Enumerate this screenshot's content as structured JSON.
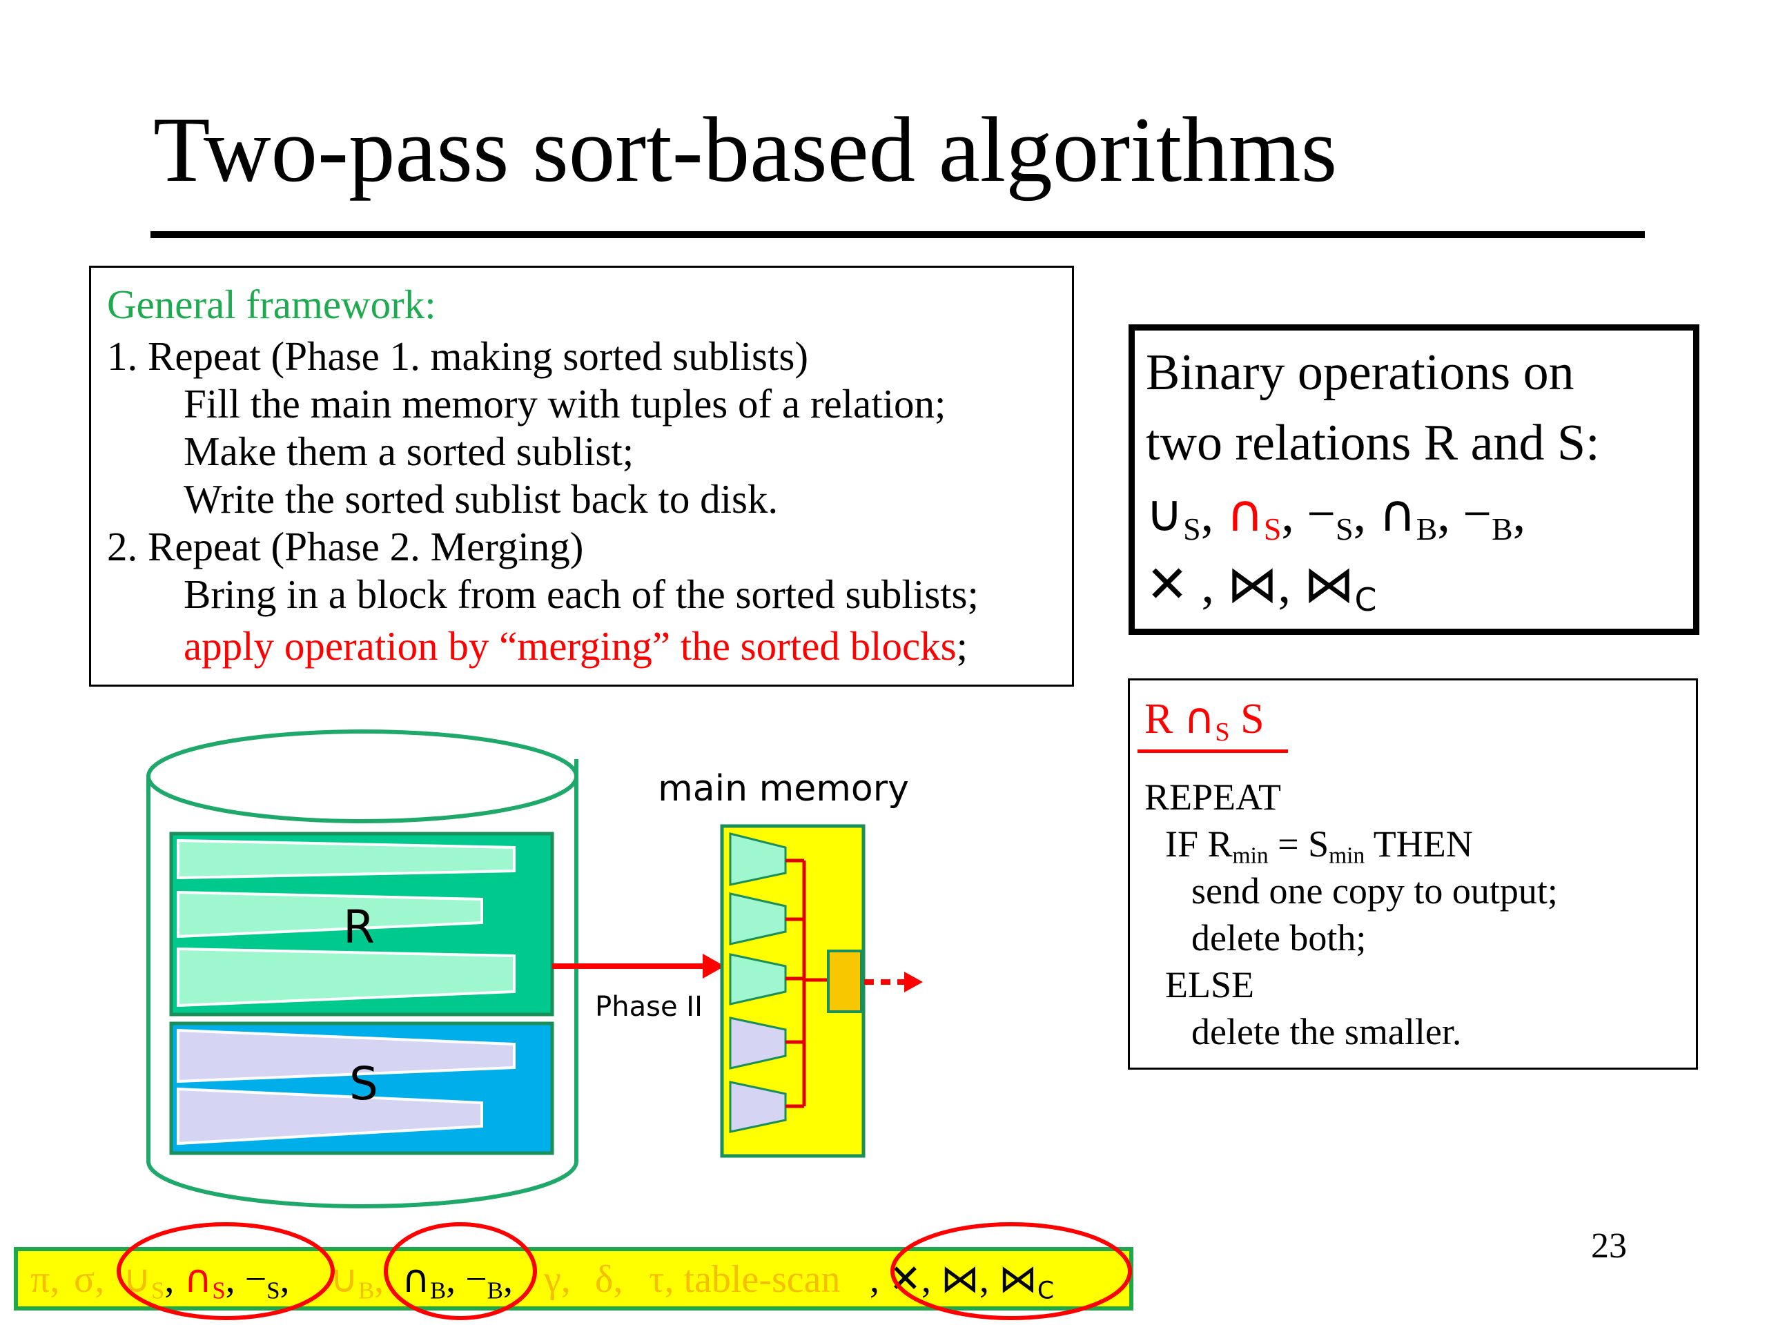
{
  "slide": {
    "title": "Two-pass sort-based algorithms",
    "page_number": "23"
  },
  "framework": {
    "heading": "General framework:",
    "line1": "1. Repeat (Phase 1. making sorted sublists)",
    "line2": "Fill the main memory with tuples of a relation;",
    "line3": "Make them a sorted sublist;",
    "line4": "Write the sorted sublist back to disk.",
    "line5": "2. Repeat (Phase 2. Merging)",
    "line6": "Bring in a block from each of the sorted sublists;",
    "line7_red": "apply operation by “merging” the sorted blocks",
    "line7_end": ";"
  },
  "binary_ops": {
    "line1": "Binary operations on",
    "line2": "two relations R and S:",
    "union": "∪",
    "intersect": "∩",
    "minus": "−",
    "cross": "✕",
    "join": "⋈",
    "sub_s": "S",
    "sub_b": "B",
    "sub_c": "C",
    "comma": ","
  },
  "algorithm": {
    "title_r": "R",
    "title_op": "∩",
    "title_sub": "S",
    "title_s": "S",
    "repeat": "REPEAT",
    "if_prefix": "IF R",
    "sub_min": "min",
    "if_eq": " = S",
    "if_then": " THEN",
    "send": "send one copy to output;",
    "delete_both": "delete both;",
    "else": "ELSE",
    "delete_smaller": "delete the smaller."
  },
  "diagram": {
    "main_memory_label": "main memory",
    "relation_r": "R",
    "relation_s": "S",
    "phase_label": "Phase II",
    "colors": {
      "cylinder_stroke": "#1ea86a",
      "r_block": "#00c98e",
      "r_sublist": "#9ff7cf",
      "s_block": "#00aeea",
      "s_sublist": "#d5d5f3",
      "memory_bg": "#ffff00",
      "output_block": "#f9c700",
      "arrow": "#ff0000"
    }
  },
  "operator_bar": {
    "pi": "π, ",
    "sigma": "σ, ",
    "union_s": "∪",
    "sub_s": "S",
    "comma": ", ",
    "intersect_s": "∩",
    "minus_s": "−",
    "union_b": "∪",
    "sub_b": "B",
    "intersect_b": "∩",
    "minus_b": "−",
    "gamma": "γ,  ",
    "delta": "δ,  ",
    "tau_scan": "τ, table-scan",
    "cross": "✕",
    "join": "⋈",
    "join_c": "⋈",
    "sub_c": "C"
  }
}
